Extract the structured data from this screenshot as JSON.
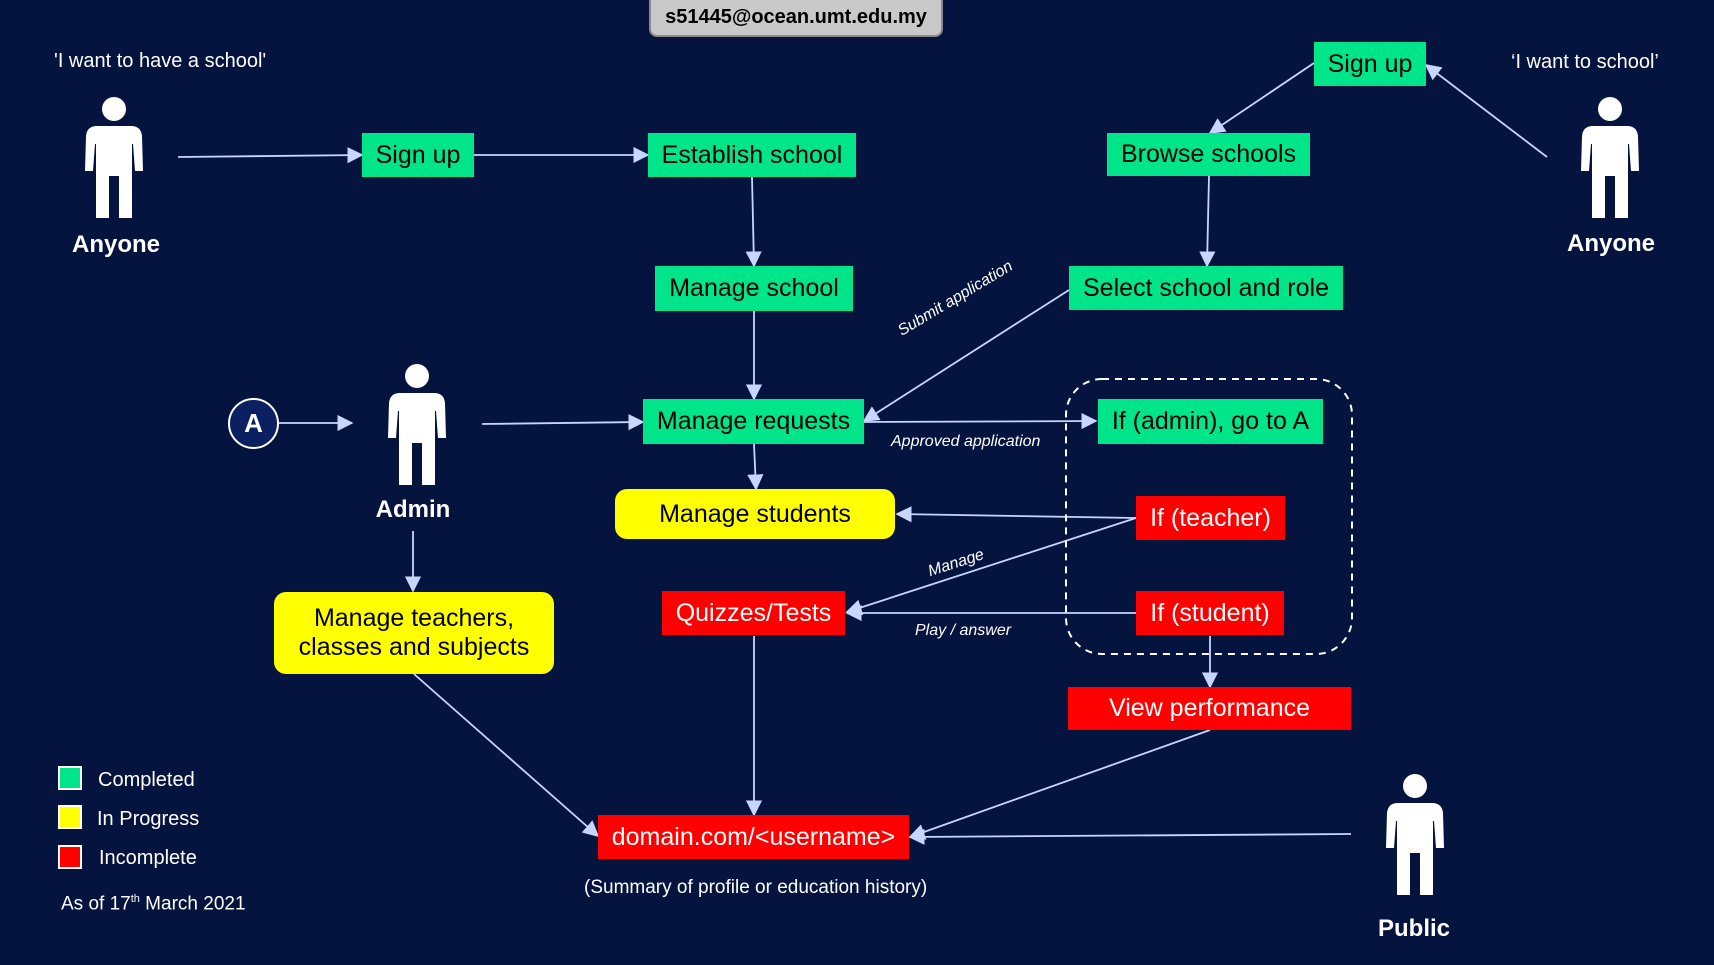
{
  "header": {
    "email": "s51445@ocean.umt.edu.my"
  },
  "quotes": {
    "left": "'I want to have a school'",
    "right": "‘I want to school’"
  },
  "actors": {
    "anyone_left": "Anyone",
    "anyone_right": "Anyone",
    "admin": "Admin",
    "public": "Public"
  },
  "connector": {
    "label": "A"
  },
  "nodes": {
    "signup_left": "Sign up",
    "establish_school": "Establish school",
    "manage_school": "Manage school",
    "manage_requests": "Manage requests",
    "manage_students": "Manage students",
    "manage_teachers": "Manage teachers, classes and subjects",
    "quizzes_tests": "Quizzes/Tests",
    "domain": "domain.com/<username>",
    "signup_right": "Sign up",
    "browse_schools": "Browse schools",
    "select_school_role": "Select school and role",
    "if_admin": "If (admin), go to A",
    "if_teacher": "If (teacher)",
    "if_student": "If (student)",
    "view_performance": "View performance"
  },
  "edge_labels": {
    "submit_application": "Submit application",
    "approved_application": "Approved application",
    "manage": "Manage",
    "play_answer": "Play / answer"
  },
  "notes": {
    "domain_summary": "(Summary of profile or education history)",
    "as_of_prefix": "As of 17",
    "as_of_sup": "th",
    "as_of_suffix": " March 2021"
  },
  "legend": [
    {
      "label": "Completed",
      "color": "#00e58a"
    },
    {
      "label": "In Progress",
      "color": "#ffff00"
    },
    {
      "label": "Incomplete",
      "color": "#ff0000"
    }
  ],
  "colors": {
    "background": "#04143f",
    "completed": "#00e58a",
    "in_progress": "#ffff00",
    "incomplete": "#ff0000",
    "line": "#c8d6ff"
  }
}
